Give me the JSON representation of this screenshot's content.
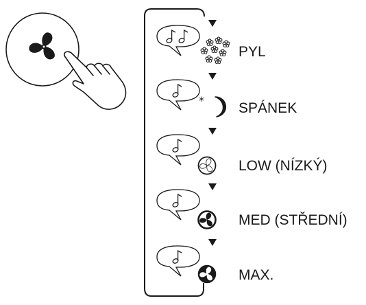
{
  "fan_button": {
    "icon": "fan-icon",
    "action": "press"
  },
  "modes": [
    {
      "label": "PYL",
      "icon": "pollen-icon",
      "beeps": 2
    },
    {
      "label": "SPÁNEK",
      "icon": "sleep-icon",
      "beeps": 1
    },
    {
      "label": "LOW (NÍZKÝ)",
      "icon": "fan-low-icon",
      "beeps": 1
    },
    {
      "label": "MED (STŘEDNÍ)",
      "icon": "fan-med-icon",
      "beeps": 1
    },
    {
      "label": "MAX.",
      "icon": "fan-max-icon",
      "beeps": 1
    }
  ],
  "colors": {
    "line": "#1a1a1a",
    "background": "#ffffff"
  }
}
